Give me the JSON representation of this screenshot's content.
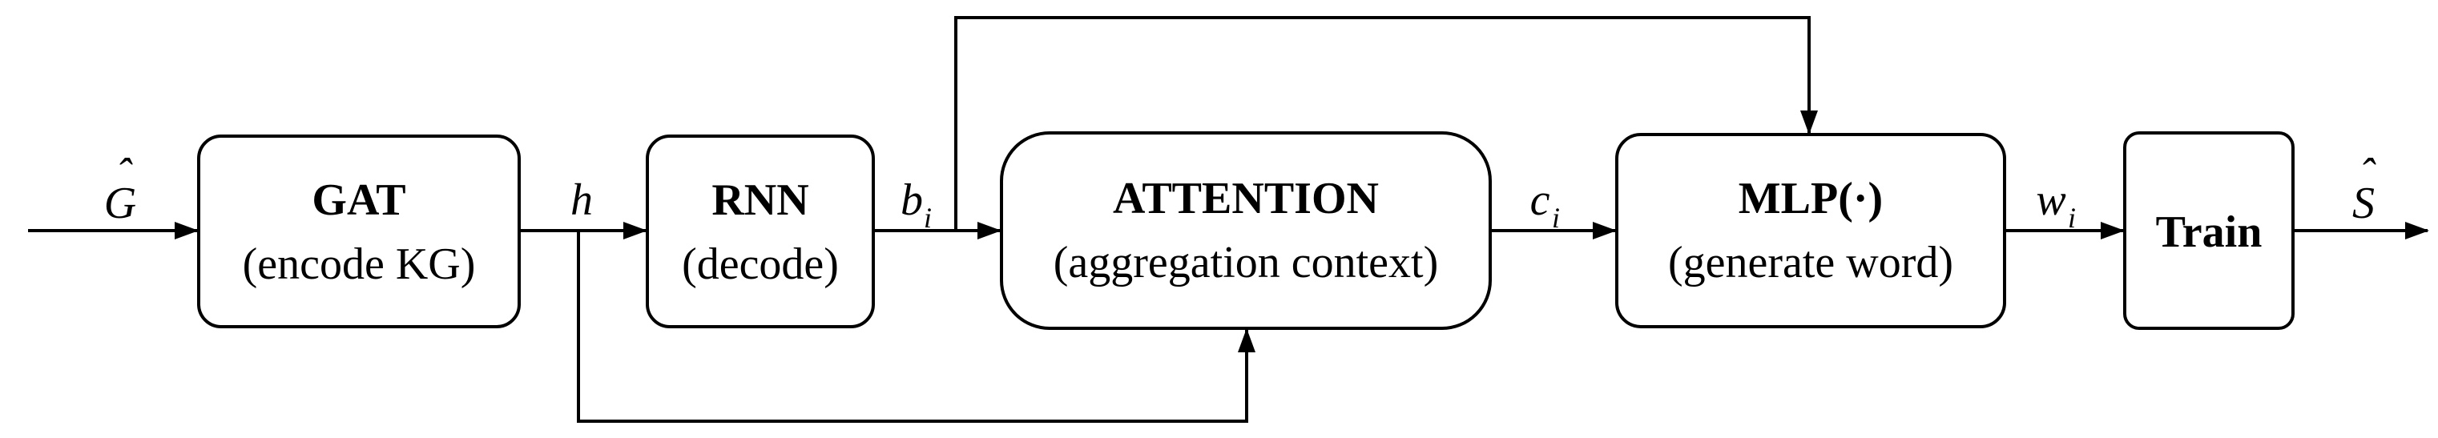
{
  "boxes": {
    "gat": {
      "title": "GAT",
      "subtitle": "(encode KG)"
    },
    "rnn": {
      "title": "RNN",
      "subtitle": "(decode)"
    },
    "attention": {
      "title": "ATTENTION",
      "subtitle": "(aggregation context)"
    },
    "mlp": {
      "title": "MLP(·)",
      "subtitle": "(generate word)"
    },
    "train": {
      "title": "Train"
    }
  },
  "labels": {
    "g_hat": {
      "base": "G",
      "accent": "ˆ"
    },
    "h": "h",
    "b_i": {
      "base": "b",
      "sub": "i"
    },
    "c_i": {
      "base": "c",
      "sub": "i"
    },
    "w_i": {
      "base": "w",
      "sub": "i"
    },
    "s_hat": {
      "base": "S",
      "accent": "ˆ"
    }
  }
}
